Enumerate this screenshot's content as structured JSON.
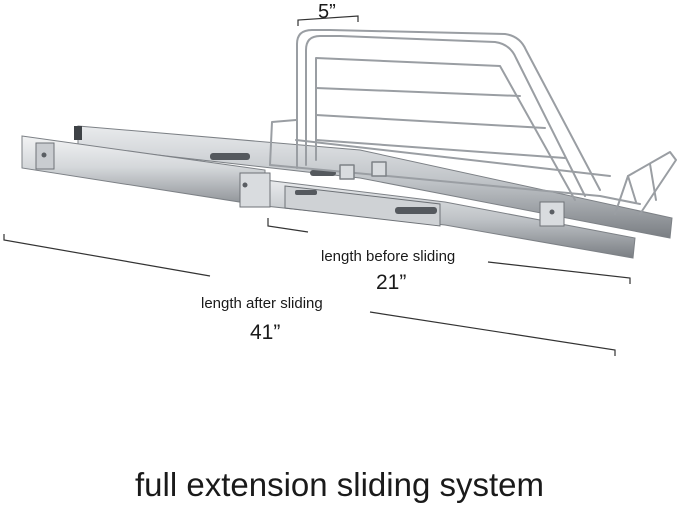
{
  "dimensions": {
    "width": "5”",
    "before": {
      "label": "length before sliding",
      "value": "21”"
    },
    "after": {
      "label": "length after sliding",
      "value": "41”"
    }
  },
  "caption": "full extension sliding system",
  "colors": {
    "chrome_light": "#e6e8ea",
    "chrome_mid": "#b8bcc0",
    "chrome_dark": "#7d8186",
    "wire": "#9a9ea3",
    "dimension_line": "#333333",
    "text": "#1a1a1a"
  }
}
